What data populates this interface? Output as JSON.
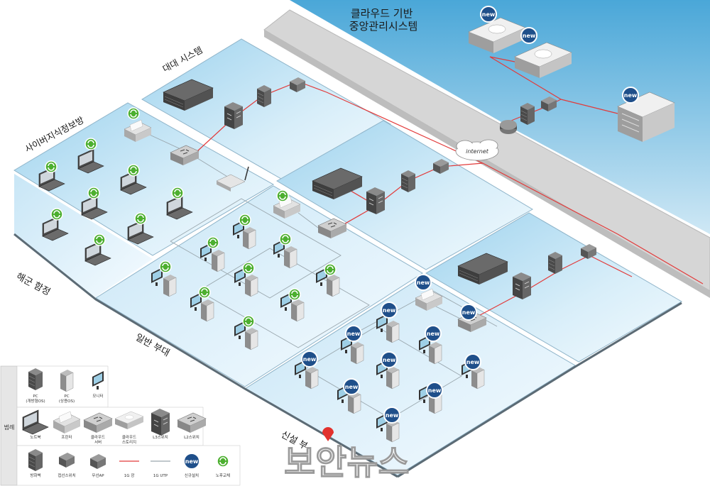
{
  "zones": {
    "cloud": "클라우드 기반\n중앙관리시스템",
    "battalion": "대대 시스템",
    "cyber": "사이버지식정보방",
    "navy": "해군 함정",
    "general": "일반 부대",
    "new_unit": "신설 부"
  },
  "internet_label": "internet",
  "badge_new": "new",
  "watermark": "보안뉴스",
  "legend": {
    "title": "범례",
    "rows": [
      [
        {
          "icon": "tower-pc-dark-icon",
          "label": "PC\n(개방형OS)"
        },
        {
          "icon": "tower-pc-light-icon",
          "label": "PC\n(상용OS)"
        },
        {
          "icon": "monitor-icon",
          "label": "모니터"
        }
      ],
      [
        {
          "icon": "laptop-icon",
          "label": "노트북"
        },
        {
          "icon": "printer-icon",
          "label": "프린터"
        },
        {
          "icon": "cloud-server-icon",
          "label": "클라우드\n서버"
        },
        {
          "icon": "cloud-storage-icon",
          "label": "클라우드\n스토리지"
        },
        {
          "icon": "l3-switch-icon",
          "label": "L3스위치"
        },
        {
          "icon": "l2-switch-icon",
          "label": "L2스위치"
        }
      ],
      [
        {
          "icon": "firewall-icon",
          "label": "방화벽"
        },
        {
          "icon": "access-switch-icon",
          "label": "접선스위치"
        },
        {
          "icon": "wireless-ap-icon",
          "label": "무선AP"
        },
        {
          "icon": "fiber-line-icon",
          "label": "1G 광"
        },
        {
          "icon": "utp-line-icon",
          "label": "1G UTP"
        },
        {
          "icon": "new-badge-icon",
          "label": "신규설치"
        },
        {
          "icon": "refresh-badge-icon",
          "label": "노후교체"
        }
      ]
    ]
  },
  "colors": {
    "water_top": "#5bb0dc",
    "water_bottom": "#e8f4fb",
    "road": "#d8d8d8",
    "fiber": "#e23b3b",
    "new_badge": "#1f4f8a",
    "refresh_badge": "#4caf2f"
  }
}
